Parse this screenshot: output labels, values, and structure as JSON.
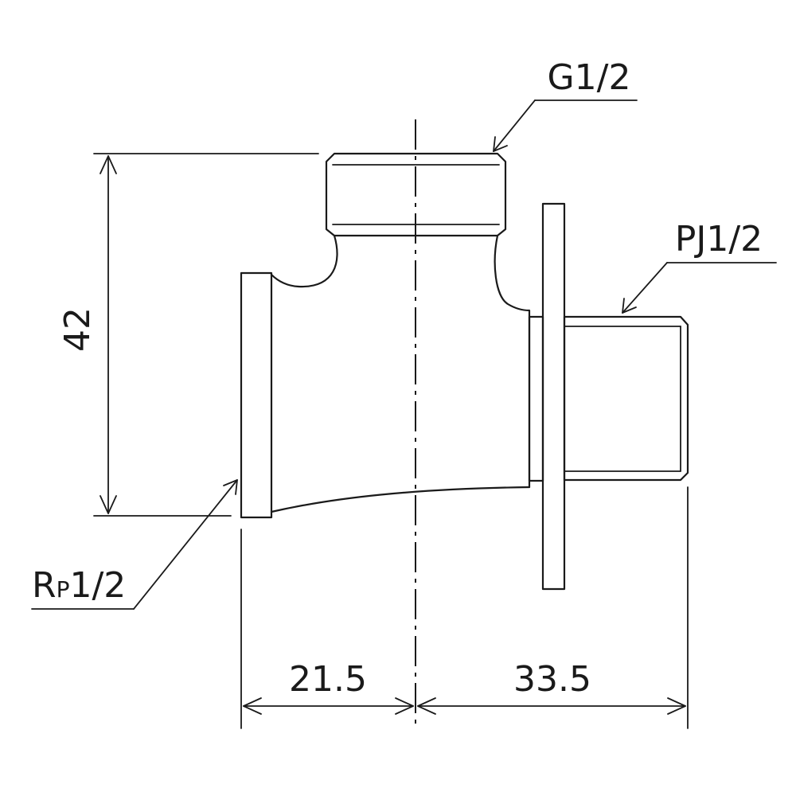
{
  "labels": {
    "top_thread": "G1/2",
    "side_thread": "PJ1/2",
    "inlet_thread_prefix": "R",
    "inlet_thread_sub": "P",
    "inlet_thread_suffix": "1/2",
    "height_dim": "42",
    "left_width_dim": "21.5",
    "right_width_dim": "33.5"
  },
  "colors": {
    "line": "#1a1a1a",
    "background": "#ffffff"
  }
}
